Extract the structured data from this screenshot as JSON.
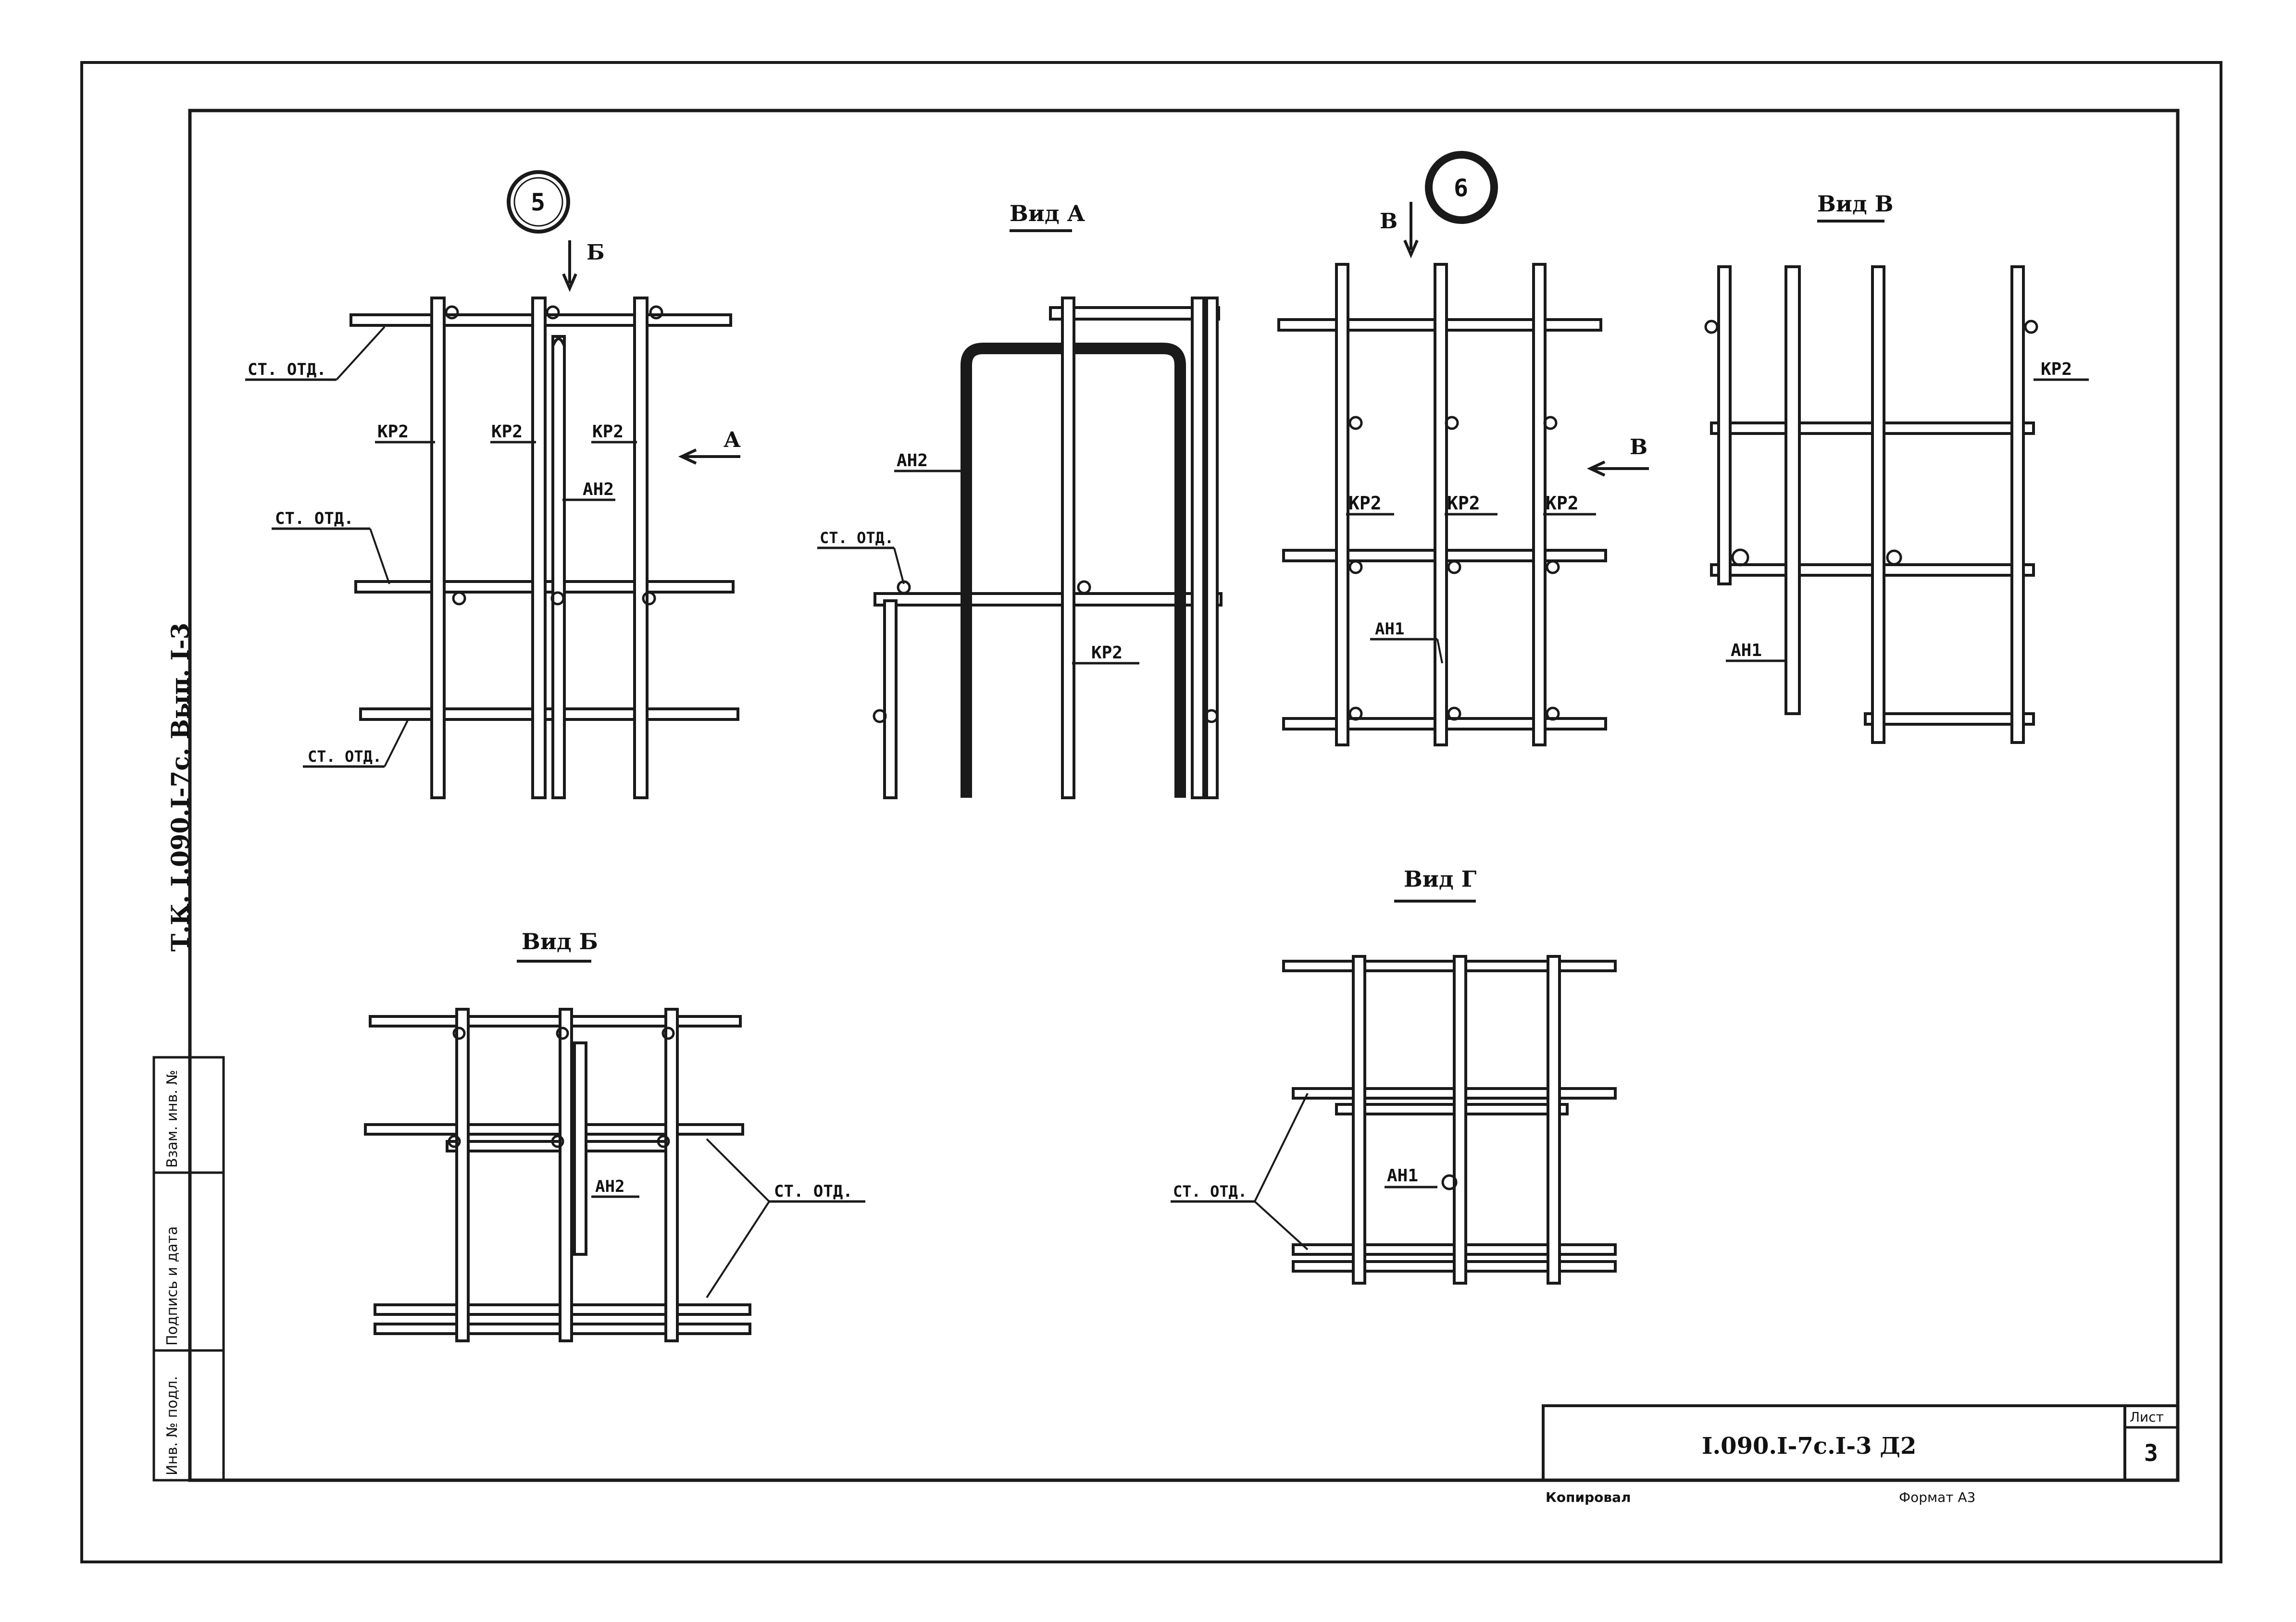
{
  "side_title": "Т.К. I.090.I-7с. Вып. I-3",
  "stamp_cells": [
    "Инв. № подл.",
    "Подпись и дата",
    "Взам. инв. №"
  ],
  "views": {
    "node5": "5",
    "node6": "6",
    "vid_a": "Вид А",
    "vid_b": "Вид Б",
    "vid_v": "Вид В",
    "vid_g": "Вид Г"
  },
  "arrows": {
    "b": "Б",
    "a": "А",
    "v1": "В",
    "v2": "В"
  },
  "labels": {
    "st_otd": "СТ. ОТД.",
    "kr2": "КР2",
    "an2": "АН2",
    "an1": "АН1"
  },
  "title_block": {
    "code": "I.090.I-7с.I-3 Д2",
    "sheet_label": "Лист",
    "sheet_number": "3",
    "copied": "Копировал",
    "format": "Формат А3"
  }
}
